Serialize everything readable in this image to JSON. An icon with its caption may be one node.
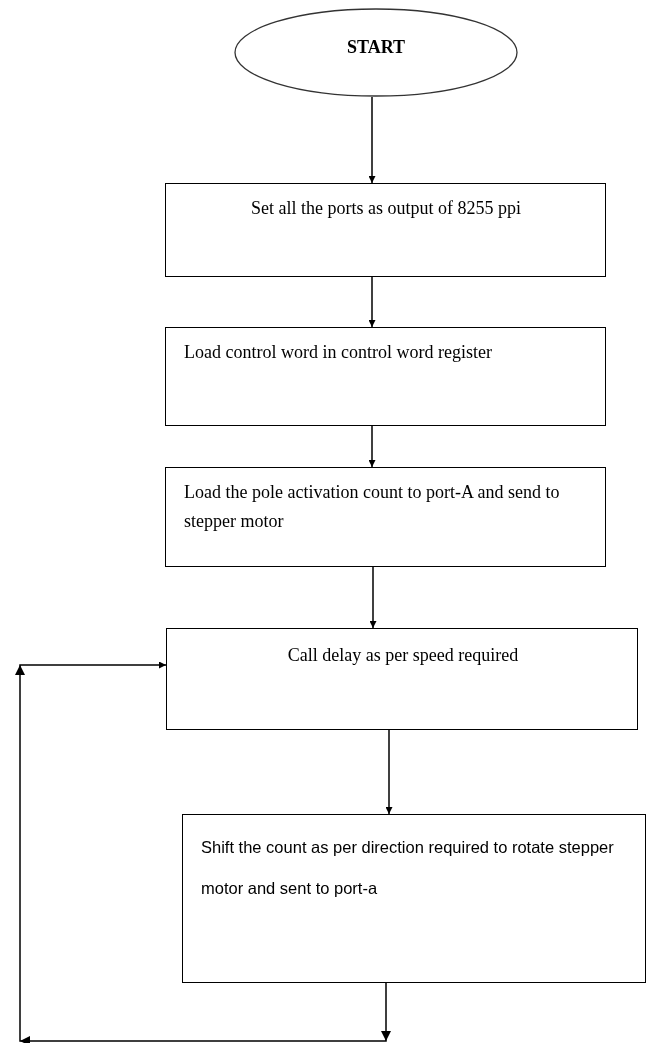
{
  "diagram": {
    "nodes": [
      {
        "text": [
          "START"
        ]
      },
      {
        "text": [
          "Set all the ports as output of 8255 ppi"
        ]
      },
      {
        "text": [
          "Load control word in control word register"
        ]
      },
      {
        "text": [
          "Load the pole activation count to port-A and send to stepper motor"
        ]
      },
      {
        "text": [
          "Call delay as per speed required"
        ]
      },
      {
        "text": [
          "Shift the count as per direction required to rotate stepper motor and sent to port-a"
        ]
      }
    ],
    "edges": [
      {
        "from": 0,
        "to": 1,
        "arrow": "to"
      },
      {
        "from": 1,
        "to": 2,
        "arrow": "to"
      },
      {
        "from": 2,
        "to": 3,
        "arrow": "to"
      },
      {
        "from": 3,
        "to": 4,
        "arrow": "to"
      },
      {
        "from": 4,
        "to": 5,
        "arrow": "to"
      },
      {
        "from": 5,
        "to": 4,
        "arrow": "to"
      }
    ]
  }
}
